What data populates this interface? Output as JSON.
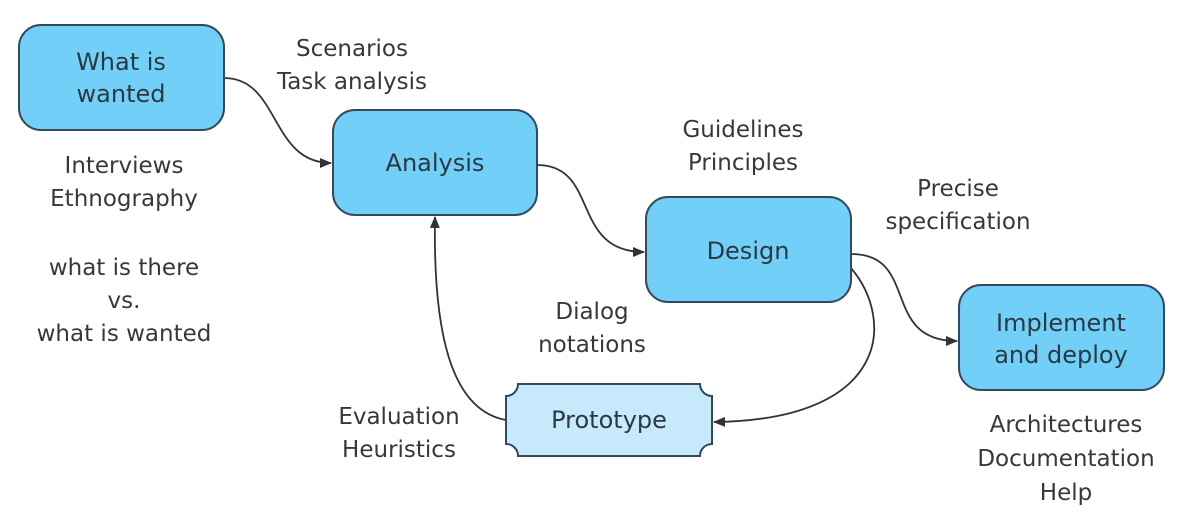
{
  "diagram": {
    "type": "process-flow",
    "colors": {
      "box_fill": "#72cff7",
      "prototype_fill": "#c6e9fb",
      "box_stroke": "#34495e",
      "edge": "#333333",
      "text": "#383838"
    },
    "nodes": {
      "wanted": {
        "lines": [
          "What is",
          "wanted"
        ]
      },
      "analysis": {
        "lines": [
          "Analysis"
        ]
      },
      "design": {
        "lines": [
          "Design"
        ]
      },
      "implement": {
        "lines": [
          "Implement",
          "and deploy"
        ]
      },
      "prototype": {
        "lines": [
          "Prototype"
        ]
      }
    },
    "edges": [
      {
        "from": "wanted",
        "to": "analysis"
      },
      {
        "from": "analysis",
        "to": "design"
      },
      {
        "from": "design",
        "to": "implement"
      },
      {
        "from": "design",
        "to": "prototype"
      },
      {
        "from": "prototype",
        "to": "analysis"
      }
    ],
    "annotations": {
      "scenarios": [
        "Scenarios",
        "Task analysis"
      ],
      "interviews": [
        "Interviews",
        "Ethnography"
      ],
      "what_is_there": [
        "what is there",
        "vs.",
        "what is wanted"
      ],
      "guidelines": [
        "Guidelines",
        "Principles"
      ],
      "precise": [
        "Precise",
        "specification"
      ],
      "dialog": [
        "Dialog",
        "notations"
      ],
      "evaluation": [
        "Evaluation",
        "Heuristics"
      ],
      "architectures": [
        "Architectures",
        "Documentation",
        "Help"
      ]
    }
  }
}
